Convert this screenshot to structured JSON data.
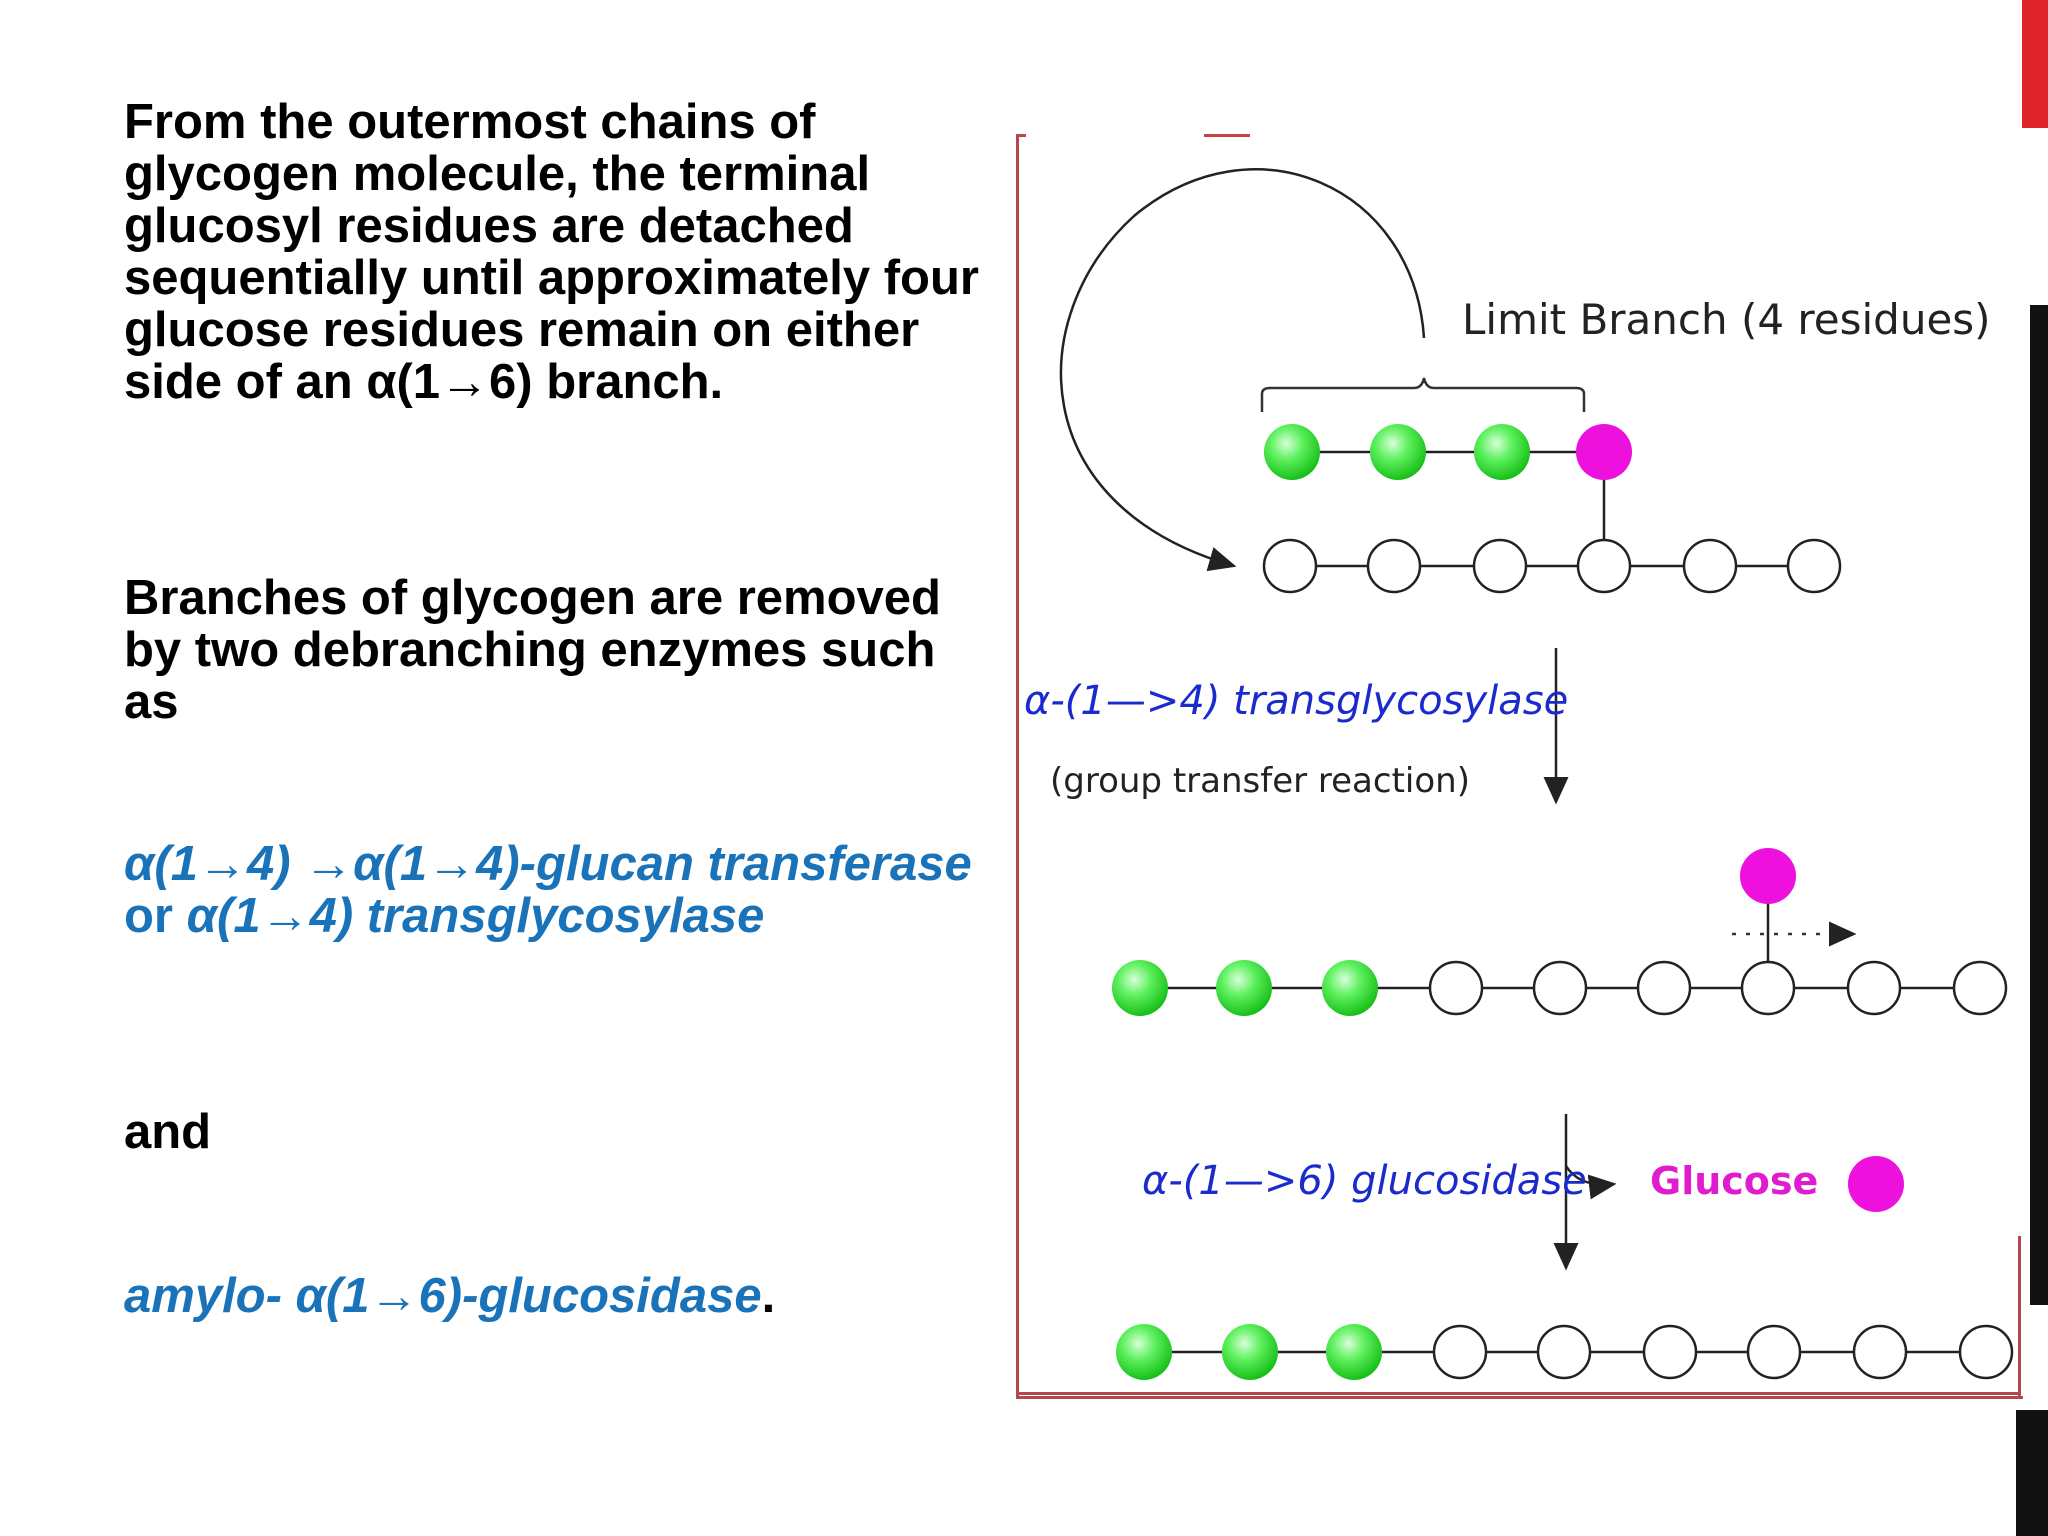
{
  "left_text": {
    "paragraph1": "From the outermost chains of glycogen molecule, the terminal glucosyl residues are detached sequentially until approximately four glucose residues remain on either side of an α(1→6) branch.",
    "paragraph2": "Branches of glycogen are removed by two debranching enzymes such as",
    "enzyme1_part1": "α(1→4) →α(1→4)-glucan transferase",
    "enzyme1_or": " or ",
    "enzyme1_part2": "α(1→4) transglycosylase",
    "and": "and",
    "enzyme2": "amylo- α(1→6)-glucosidase",
    "enzyme2_period": "."
  },
  "diagram": {
    "limit_branch_label": "Limit Branch (4 residues)",
    "transglycosylase_label": "α-(1—>4) transglycosylase",
    "group_transfer_label": "(group transfer reaction)",
    "glucosidase_label": "α-(1—>6) glucosidase",
    "glucose_label": "Glucose",
    "colors": {
      "green_residue": "#3fe03f",
      "magenta_residue": "#ee11dd",
      "blue_label": "#1a2acc",
      "magenta_label": "#e01ccf",
      "frame": "#b5474c"
    }
  }
}
